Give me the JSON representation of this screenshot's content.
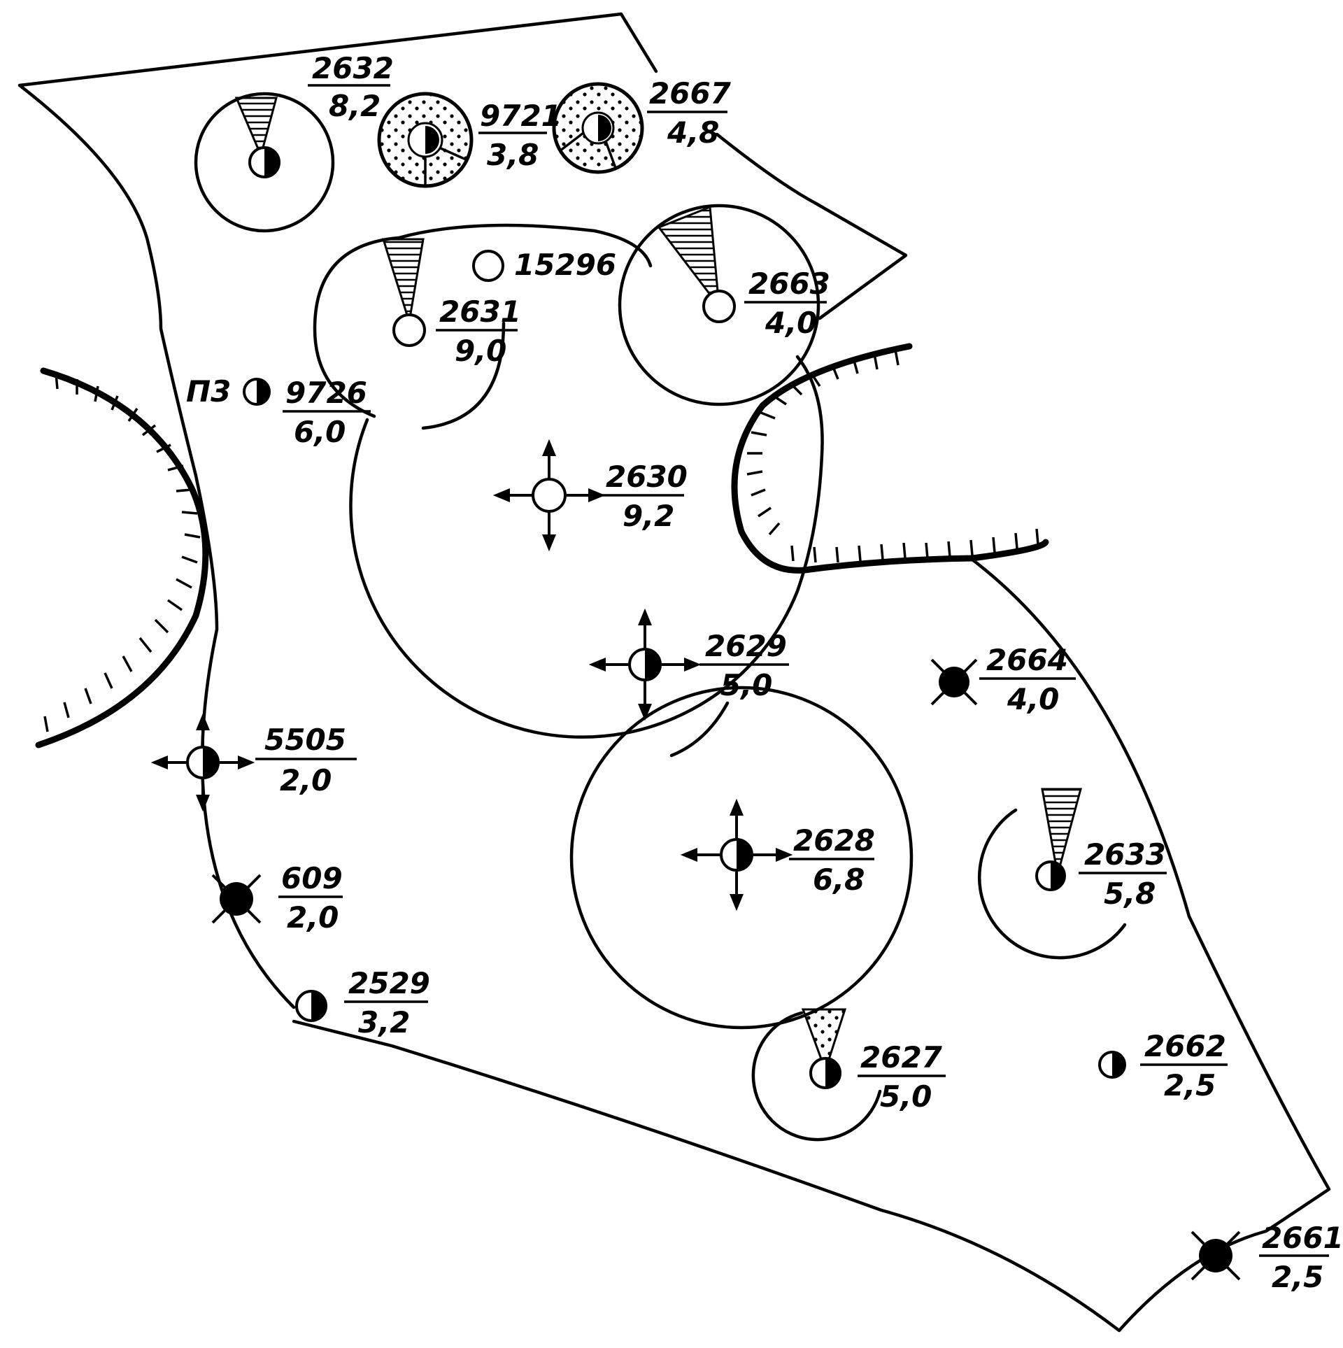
{
  "map": {
    "wells": [
      {
        "name": "2632",
        "value": "8,2"
      },
      {
        "name": "9721",
        "value": "3,8"
      },
      {
        "name": "2667",
        "value": "4,8"
      },
      {
        "name": "15296",
        "value": ""
      },
      {
        "name": "2631",
        "value": "9,0"
      },
      {
        "name": "2663",
        "value": "4,0"
      },
      {
        "name": "9726",
        "value": "6,0"
      },
      {
        "name": "2630",
        "value": "9,2"
      },
      {
        "name": "2629",
        "value": "5,0"
      },
      {
        "name": "2664",
        "value": "4,0"
      },
      {
        "name": "5505",
        "value": "2,0"
      },
      {
        "name": "2628",
        "value": "6,8"
      },
      {
        "name": "2633",
        "value": "5,8"
      },
      {
        "name": "609",
        "value": "2,0"
      },
      {
        "name": "2529",
        "value": "3,2"
      },
      {
        "name": "2627",
        "value": "5,0"
      },
      {
        "name": "2662",
        "value": "2,5"
      },
      {
        "name": "2661",
        "value": "2,5"
      }
    ],
    "special_label": "П3",
    "colors": {
      "ink": "#000000",
      "paper": "#ffffff"
    }
  }
}
